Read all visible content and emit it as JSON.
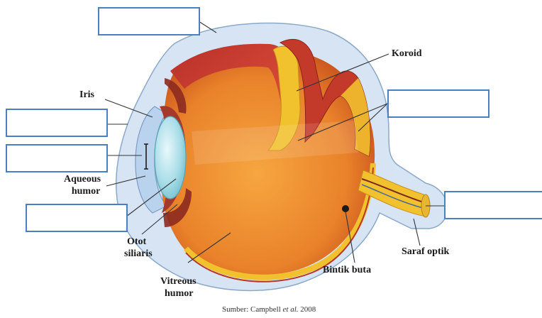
{
  "labels": {
    "iris": "Iris",
    "aqueous_line1": "Aqueous",
    "aqueous_line2": "humor",
    "otot_line1": "Otot",
    "otot_line2": "siliaris",
    "vitreous_line1": "Vitreous",
    "vitreous_line2": "humor",
    "koroid": "Koroid",
    "bintik_buta": "Bintik buta",
    "saraf_optik": "Saraf optik"
  },
  "source": {
    "prefix": "Sumber: Campbell ",
    "italic": "et al.",
    "suffix": " 2008"
  },
  "blank_boxes": [
    "top-left",
    "left-upper",
    "left-middle",
    "left-lower",
    "right-upper",
    "right-lower"
  ],
  "colors": {
    "blank_border": "#4a7fc1",
    "sclera": "#c7daf0",
    "retina_yellow": "#f2c12e",
    "vitreous_orange": "#ee8f2e",
    "choroid_red": "#c43a2a",
    "lens": "#a9dde8"
  }
}
